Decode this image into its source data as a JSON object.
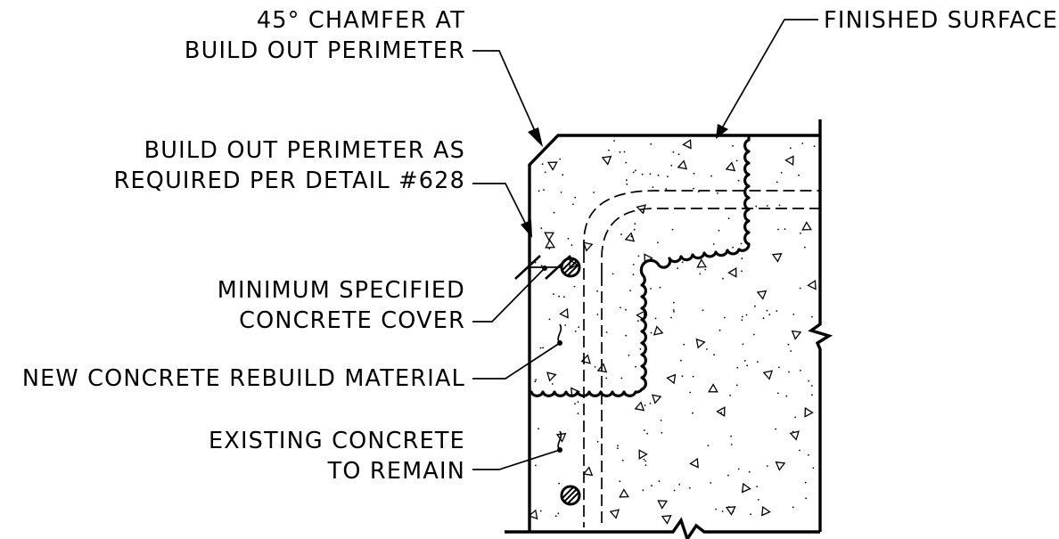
{
  "labels": {
    "chamfer_line1": "45° CHAMFER AT",
    "chamfer_line2": "BUILD OUT PERIMETER",
    "finished_surface": "FINISHED SURFACE",
    "buildout_line1": "BUILD OUT PERIMETER AS",
    "buildout_line2": "REQUIRED PER DETAIL #628",
    "cover_line1": "MINIMUM SPECIFIED",
    "cover_line2": "CONCRETE COVER",
    "rebuild": "NEW CONCRETE REBUILD MATERIAL",
    "existing_line1": "EXISTING CONCRETE",
    "existing_line2": "TO REMAIN"
  },
  "colors": {
    "ink": "#000000",
    "paper": "#ffffff"
  }
}
